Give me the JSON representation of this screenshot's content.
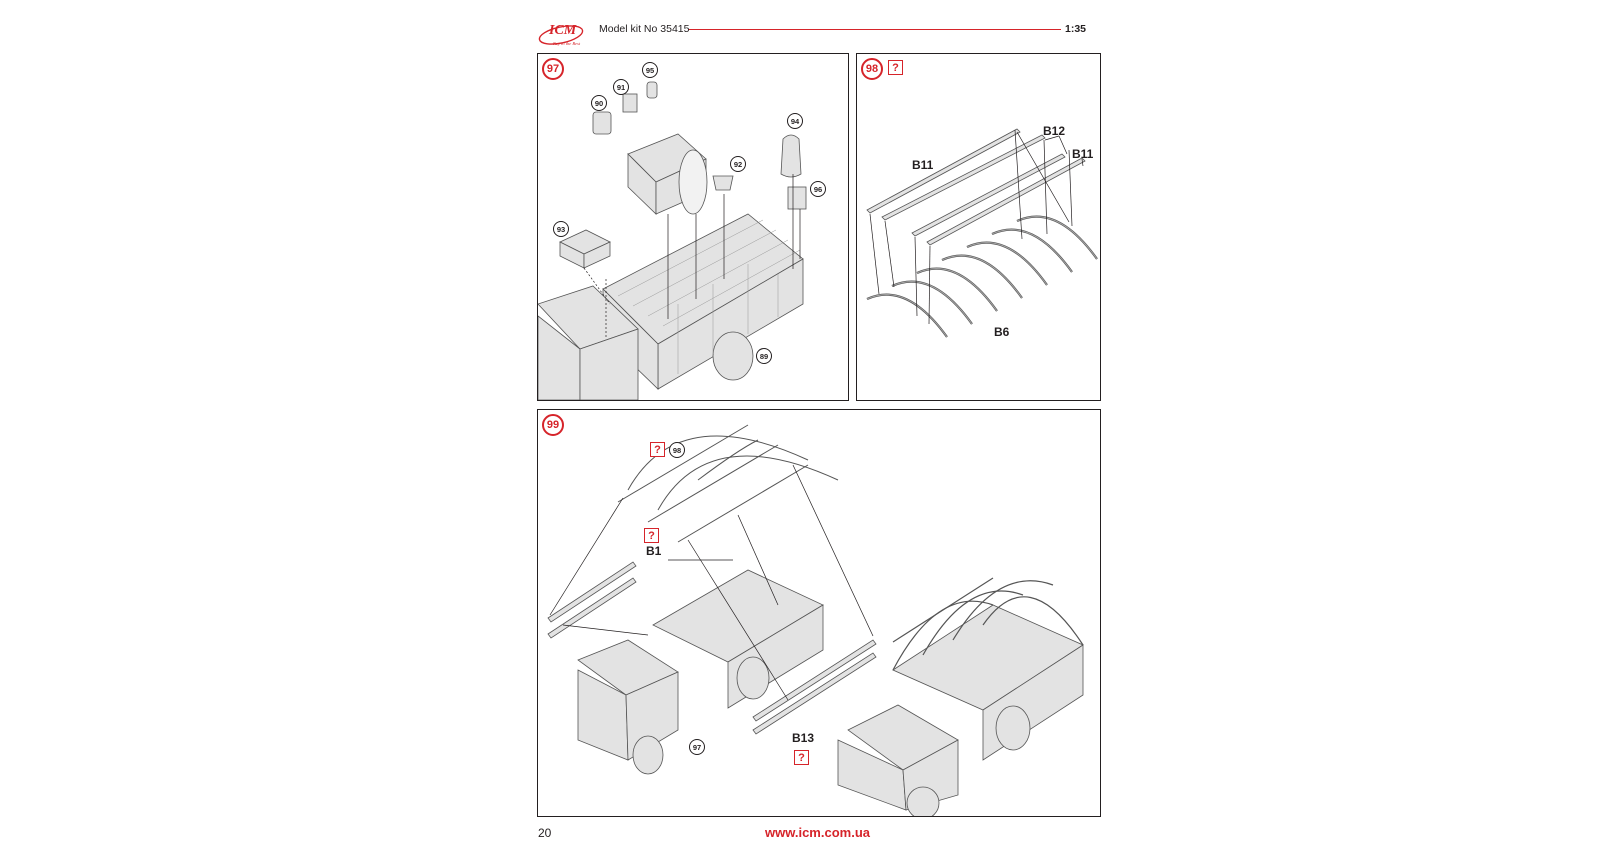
{
  "header": {
    "logo_text": "ICM",
    "logo_tagline": "Key to the Best",
    "model_kit": "Model kit No 35415",
    "scale": "1:35"
  },
  "colors": {
    "accent": "#d6242a",
    "ink": "#231f20",
    "part_fill": "#e3e3e3"
  },
  "steps": [
    {
      "number": "97",
      "callouts": [
        "95",
        "91",
        "90",
        "94",
        "92",
        "96",
        "93",
        "89"
      ]
    },
    {
      "number": "98",
      "question_mark": "?",
      "part_labels": [
        "B12",
        "B11",
        "B11",
        "B6"
      ]
    },
    {
      "number": "99",
      "question_mark": "?",
      "ref_callout": "98",
      "callout_bottom": "97",
      "part_labels": [
        "B1",
        "B13"
      ]
    }
  ],
  "footer": {
    "page_number": "20",
    "website": "www.icm.com.ua"
  }
}
